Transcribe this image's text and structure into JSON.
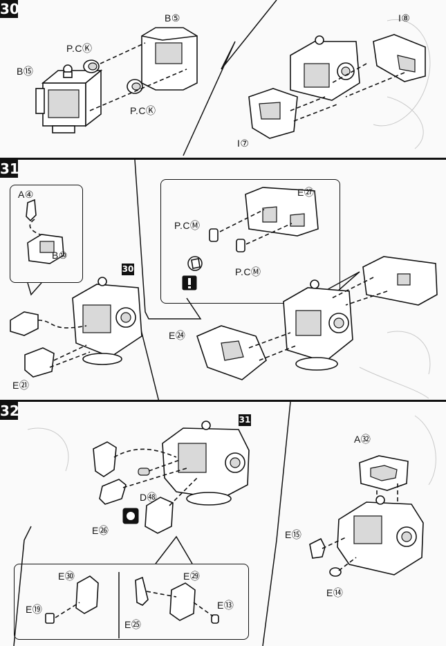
{
  "steps": [
    {
      "number": "30",
      "labels": {
        "b15": "B⑮",
        "b5": "B⑤",
        "pck1": "P.CⓀ",
        "pck2": "P.CⓀ",
        "i8": "I⑧",
        "i7": "I⑦"
      }
    },
    {
      "number": "31",
      "ref_badge": "30",
      "labels": {
        "a4": "A④",
        "b10": "B⑩",
        "e21": "E㉑",
        "e27": "E㉗",
        "pcm1": "P.CⓂ",
        "pcm2": "P.CⓂ",
        "e24": "E㉔"
      },
      "caution_icon": "exclamation-caution-icon"
    },
    {
      "number": "32",
      "ref_badge": "31",
      "labels": {
        "d48": "D㊽",
        "e26": "E㉖",
        "e30": "E㉚",
        "e19": "E⑲",
        "e25": "E㉕",
        "e29": "E㉙",
        "e13": "E⑬",
        "a32": "A㉜",
        "e15": "E⑮",
        "e14": "E⑭"
      }
    }
  ]
}
